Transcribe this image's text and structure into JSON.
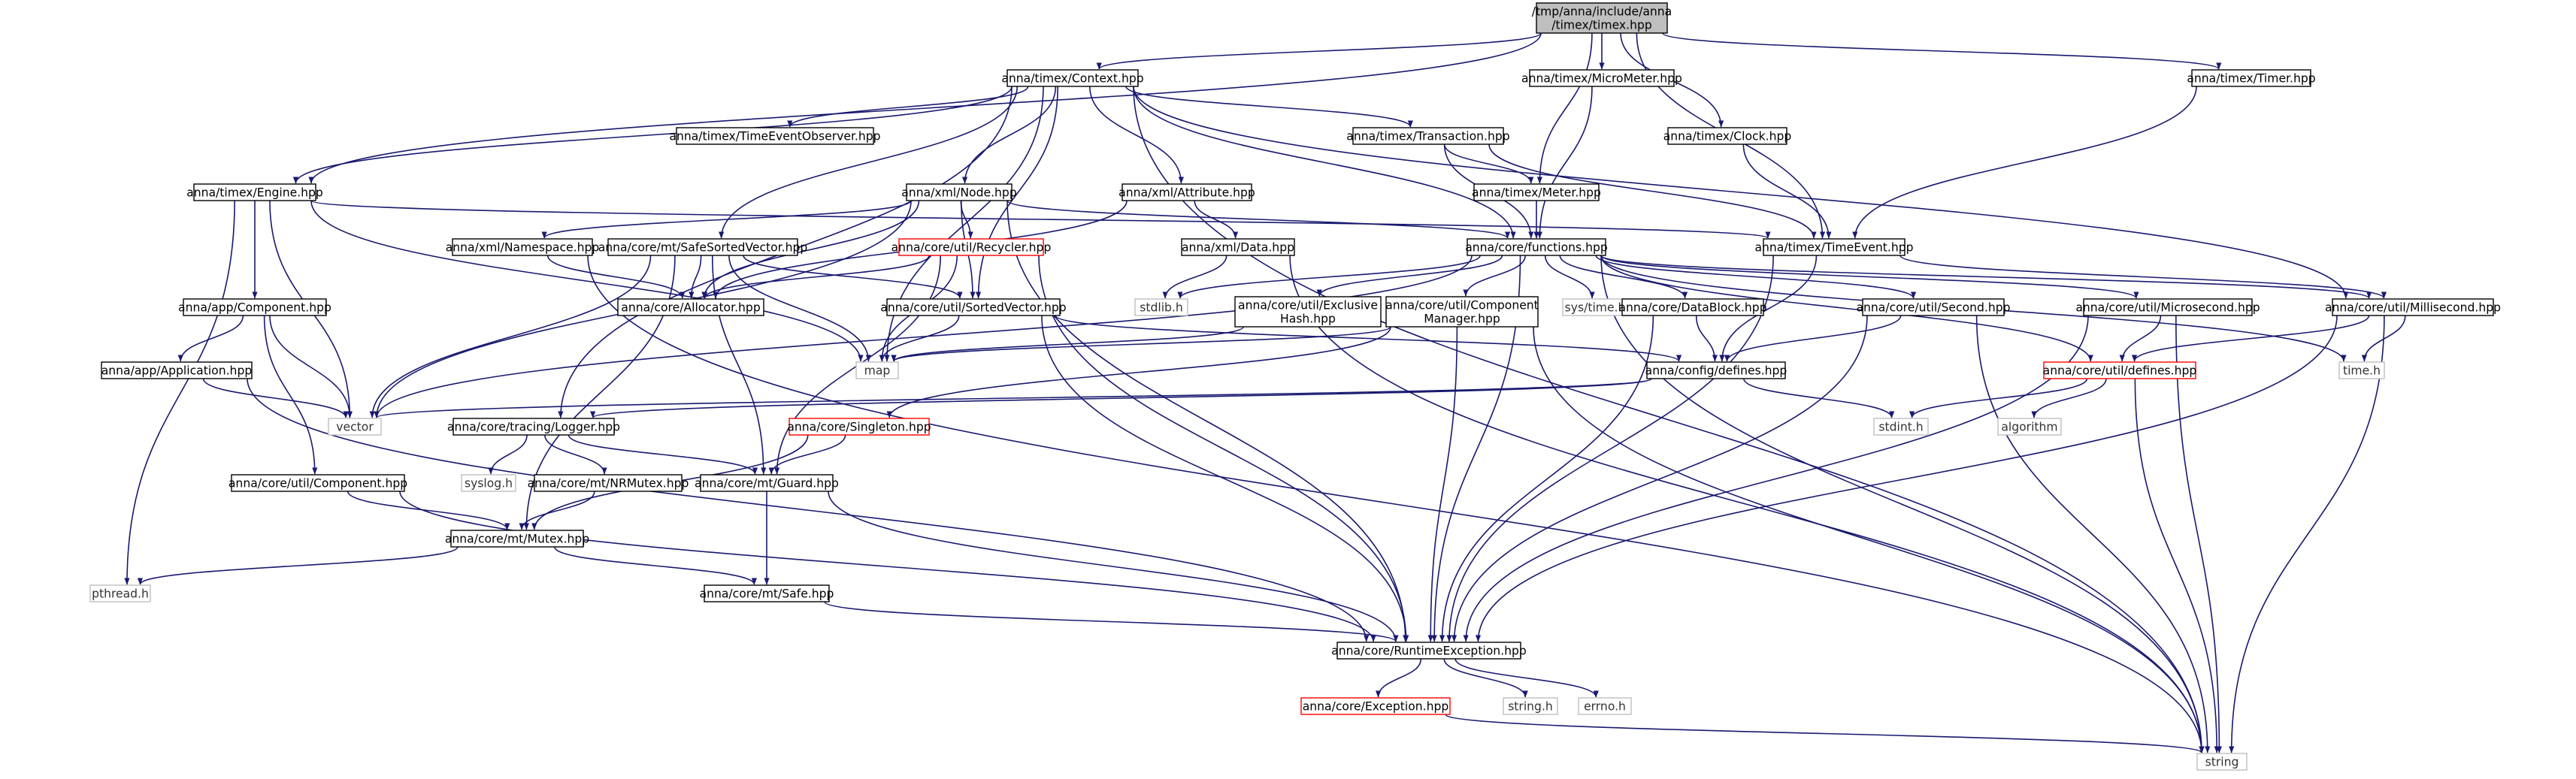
{
  "colors": {
    "edge": "#191970",
    "node_border": "#000000",
    "node_border_external": "#bfbfbf",
    "node_border_incomplete": "#ff0000",
    "root_fill": "#bfbfbf",
    "node_fill": "#ffffff",
    "text": "#000000",
    "external_text": "#333333"
  },
  "graph": {
    "nodes": [
      {
        "id": "root",
        "lines": [
          "/tmp/anna/include/anna",
          "/timex/timex.hpp"
        ],
        "kind": "root"
      },
      {
        "id": "context",
        "lines": [
          "anna/timex/Context.hpp"
        ],
        "kind": "normal"
      },
      {
        "id": "micrometer",
        "lines": [
          "anna/timex/MicroMeter.hpp"
        ],
        "kind": "normal"
      },
      {
        "id": "timer",
        "lines": [
          "anna/timex/Timer.hpp"
        ],
        "kind": "normal"
      },
      {
        "id": "teo",
        "lines": [
          "anna/timex/TimeEventObserver.hpp"
        ],
        "kind": "normal"
      },
      {
        "id": "transaction",
        "lines": [
          "anna/timex/Transaction.hpp"
        ],
        "kind": "normal"
      },
      {
        "id": "clock",
        "lines": [
          "anna/timex/Clock.hpp"
        ],
        "kind": "normal"
      },
      {
        "id": "engine",
        "lines": [
          "anna/timex/Engine.hpp"
        ],
        "kind": "normal"
      },
      {
        "id": "xmlnode",
        "lines": [
          "anna/xml/Node.hpp"
        ],
        "kind": "normal"
      },
      {
        "id": "xmlattr",
        "lines": [
          "anna/xml/Attribute.hpp"
        ],
        "kind": "normal"
      },
      {
        "id": "meter",
        "lines": [
          "anna/timex/Meter.hpp"
        ],
        "kind": "normal"
      },
      {
        "id": "functions",
        "lines": [
          "anna/core/functions.hpp"
        ],
        "kind": "normal"
      },
      {
        "id": "timeevent",
        "lines": [
          "anna/timex/TimeEvent.hpp"
        ],
        "kind": "normal"
      },
      {
        "id": "namespace",
        "lines": [
          "anna/xml/Namespace.hpp"
        ],
        "kind": "normal"
      },
      {
        "id": "safesorted",
        "lines": [
          "anna/core/mt/SafeSortedVector.hpp"
        ],
        "kind": "normal"
      },
      {
        "id": "recycler",
        "lines": [
          "anna/core/util/Recycler.hpp"
        ],
        "kind": "incomplete"
      },
      {
        "id": "xmldata",
        "lines": [
          "anna/xml/Data.hpp"
        ],
        "kind": "normal"
      },
      {
        "id": "allocator",
        "lines": [
          "anna/core/Allocator.hpp"
        ],
        "kind": "normal"
      },
      {
        "id": "sortedvector",
        "lines": [
          "anna/core/util/SortedVector.hpp"
        ],
        "kind": "normal"
      },
      {
        "id": "stdlib",
        "lines": [
          "stdlib.h"
        ],
        "kind": "external"
      },
      {
        "id": "exhash",
        "lines": [
          "anna/core/util/Exclusive",
          "Hash.hpp"
        ],
        "kind": "normal"
      },
      {
        "id": "compmgr",
        "lines": [
          "anna/core/util/Component",
          "Manager.hpp"
        ],
        "kind": "normal"
      },
      {
        "id": "systime",
        "lines": [
          "sys/time.h"
        ],
        "kind": "external"
      },
      {
        "id": "datablock",
        "lines": [
          "anna/core/DataBlock.hpp"
        ],
        "kind": "normal"
      },
      {
        "id": "second",
        "lines": [
          "anna/core/util/Second.hpp"
        ],
        "kind": "normal"
      },
      {
        "id": "microsecond",
        "lines": [
          "anna/core/util/Microsecond.hpp"
        ],
        "kind": "normal"
      },
      {
        "id": "millisecond",
        "lines": [
          "anna/core/util/Millisecond.hpp"
        ],
        "kind": "normal"
      },
      {
        "id": "apcomponent",
        "lines": [
          "anna/app/Component.hpp"
        ],
        "kind": "normal"
      },
      {
        "id": "application",
        "lines": [
          "anna/app/Application.hpp"
        ],
        "kind": "normal"
      },
      {
        "id": "map",
        "lines": [
          "map"
        ],
        "kind": "external"
      },
      {
        "id": "configdefines",
        "lines": [
          "anna/config/defines.hpp"
        ],
        "kind": "normal"
      },
      {
        "id": "utildefines",
        "lines": [
          "anna/core/util/defines.hpp"
        ],
        "kind": "incomplete"
      },
      {
        "id": "timeh",
        "lines": [
          "time.h"
        ],
        "kind": "external"
      },
      {
        "id": "vector",
        "lines": [
          "vector"
        ],
        "kind": "external"
      },
      {
        "id": "logger",
        "lines": [
          "anna/core/tracing/Logger.hpp"
        ],
        "kind": "normal"
      },
      {
        "id": "singleton",
        "lines": [
          "anna/core/Singleton.hpp"
        ],
        "kind": "incomplete"
      },
      {
        "id": "stdint",
        "lines": [
          "stdint.h"
        ],
        "kind": "external"
      },
      {
        "id": "algorithm",
        "lines": [
          "algorithm"
        ],
        "kind": "external"
      },
      {
        "id": "utilcomponent",
        "lines": [
          "anna/core/util/Component.hpp"
        ],
        "kind": "normal"
      },
      {
        "id": "syslog",
        "lines": [
          "syslog.h"
        ],
        "kind": "external"
      },
      {
        "id": "nrmutex",
        "lines": [
          "anna/core/mt/NRMutex.hpp"
        ],
        "kind": "normal"
      },
      {
        "id": "guard",
        "lines": [
          "anna/core/mt/Guard.hpp"
        ],
        "kind": "normal"
      },
      {
        "id": "mutex",
        "lines": [
          "anna/core/mt/Mutex.hpp"
        ],
        "kind": "normal"
      },
      {
        "id": "pthread",
        "lines": [
          "pthread.h"
        ],
        "kind": "external"
      },
      {
        "id": "safe",
        "lines": [
          "anna/core/mt/Safe.hpp"
        ],
        "kind": "normal"
      },
      {
        "id": "runtimeex",
        "lines": [
          "anna/core/RuntimeException.hpp"
        ],
        "kind": "normal"
      },
      {
        "id": "exception",
        "lines": [
          "anna/core/Exception.hpp"
        ],
        "kind": "incomplete"
      },
      {
        "id": "stringh",
        "lines": [
          "string.h"
        ],
        "kind": "external"
      },
      {
        "id": "errno",
        "lines": [
          "errno.h"
        ],
        "kind": "external"
      },
      {
        "id": "string",
        "lines": [
          "string"
        ],
        "kind": "external"
      }
    ],
    "edges": [
      [
        "root",
        "context"
      ],
      [
        "root",
        "micrometer"
      ],
      [
        "root",
        "timer"
      ],
      [
        "root",
        "clock"
      ],
      [
        "root",
        "engine"
      ],
      [
        "root",
        "meter"
      ],
      [
        "root",
        "timeevent"
      ],
      [
        "context",
        "teo"
      ],
      [
        "context",
        "transaction"
      ],
      [
        "context",
        "engine"
      ],
      [
        "context",
        "xmlnode"
      ],
      [
        "context",
        "xmlattr"
      ],
      [
        "context",
        "functions"
      ],
      [
        "context",
        "safesorted"
      ],
      [
        "context",
        "sortedvector"
      ],
      [
        "context",
        "millisecond"
      ],
      [
        "context",
        "logger"
      ],
      [
        "context",
        "map"
      ],
      [
        "context",
        "string"
      ],
      [
        "micrometer",
        "functions"
      ],
      [
        "timer",
        "timeevent"
      ],
      [
        "transaction",
        "meter"
      ],
      [
        "transaction",
        "functions"
      ],
      [
        "transaction",
        "timeevent"
      ],
      [
        "clock",
        "timeevent"
      ],
      [
        "engine",
        "timeevent"
      ],
      [
        "engine",
        "apcomponent"
      ],
      [
        "engine",
        "map"
      ],
      [
        "engine",
        "vector"
      ],
      [
        "engine",
        "pthread"
      ],
      [
        "xmlnode",
        "namespace"
      ],
      [
        "xmlnode",
        "recycler"
      ],
      [
        "xmlnode",
        "allocator"
      ],
      [
        "xmlnode",
        "functions"
      ],
      [
        "xmlnode",
        "vector"
      ],
      [
        "xmlnode",
        "sortedvector"
      ],
      [
        "xmlnode",
        "runtimeex"
      ],
      [
        "xmlattr",
        "xmldata"
      ],
      [
        "xmlattr",
        "allocator"
      ],
      [
        "meter",
        "functions"
      ],
      [
        "functions",
        "stdlib"
      ],
      [
        "functions",
        "exhash"
      ],
      [
        "functions",
        "compmgr"
      ],
      [
        "functions",
        "systime"
      ],
      [
        "functions",
        "datablock"
      ],
      [
        "functions",
        "second"
      ],
      [
        "functions",
        "microsecond"
      ],
      [
        "functions",
        "millisecond"
      ],
      [
        "functions",
        "utildefines"
      ],
      [
        "functions",
        "timeh"
      ],
      [
        "functions",
        "runtimeex"
      ],
      [
        "functions",
        "string"
      ],
      [
        "functions",
        "vector"
      ],
      [
        "timeevent",
        "configdefines"
      ],
      [
        "timeevent",
        "millisecond"
      ],
      [
        "timeevent",
        "runtimeex"
      ],
      [
        "namespace",
        "allocator"
      ],
      [
        "namespace",
        "string"
      ],
      [
        "safesorted",
        "allocator"
      ],
      [
        "safesorted",
        "sortedvector"
      ],
      [
        "safesorted",
        "vector"
      ],
      [
        "safesorted",
        "guard"
      ],
      [
        "safesorted",
        "mutex"
      ],
      [
        "safesorted",
        "map"
      ],
      [
        "recycler",
        "allocator"
      ],
      [
        "recycler",
        "map"
      ],
      [
        "recycler",
        "guard"
      ],
      [
        "recycler",
        "runtimeex"
      ],
      [
        "xmldata",
        "stdlib"
      ],
      [
        "xmldata",
        "string"
      ],
      [
        "sortedvector",
        "map"
      ],
      [
        "sortedvector",
        "configdefines"
      ],
      [
        "sortedvector",
        "runtimeex"
      ],
      [
        "exhash",
        "map"
      ],
      [
        "compmgr",
        "map"
      ],
      [
        "compmgr",
        "singleton"
      ],
      [
        "compmgr",
        "runtimeex"
      ],
      [
        "compmgr",
        "string"
      ],
      [
        "datablock",
        "configdefines"
      ],
      [
        "datablock",
        "runtimeex"
      ],
      [
        "second",
        "configdefines"
      ],
      [
        "second",
        "runtimeex"
      ],
      [
        "second",
        "string"
      ],
      [
        "microsecond",
        "utildefines"
      ],
      [
        "microsecond",
        "runtimeex"
      ],
      [
        "microsecond",
        "string"
      ],
      [
        "millisecond",
        "utildefines"
      ],
      [
        "millisecond",
        "timeh"
      ],
      [
        "millisecond",
        "runtimeex"
      ],
      [
        "millisecond",
        "string"
      ],
      [
        "apcomponent",
        "application"
      ],
      [
        "apcomponent",
        "utilcomponent"
      ],
      [
        "apcomponent",
        "vector"
      ],
      [
        "application",
        "vector"
      ],
      [
        "application",
        "runtimeex"
      ],
      [
        "configdefines",
        "stdint"
      ],
      [
        "configdefines",
        "logger"
      ],
      [
        "configdefines",
        "vector"
      ],
      [
        "utildefines",
        "stdint"
      ],
      [
        "utildefines",
        "algorithm"
      ],
      [
        "utildefines",
        "string"
      ],
      [
        "logger",
        "syslog"
      ],
      [
        "logger",
        "nrmutex"
      ],
      [
        "logger",
        "guard"
      ],
      [
        "singleton",
        "guard"
      ],
      [
        "singleton",
        "mutex"
      ],
      [
        "utilcomponent",
        "mutex"
      ],
      [
        "utilcomponent",
        "runtimeex"
      ],
      [
        "nrmutex",
        "mutex"
      ],
      [
        "guard",
        "safe"
      ],
      [
        "guard",
        "runtimeex"
      ],
      [
        "mutex",
        "pthread"
      ],
      [
        "mutex",
        "safe"
      ],
      [
        "safe",
        "runtimeex"
      ],
      [
        "runtimeex",
        "exception"
      ],
      [
        "runtimeex",
        "stringh"
      ],
      [
        "runtimeex",
        "errno"
      ],
      [
        "exception",
        "string"
      ]
    ]
  }
}
